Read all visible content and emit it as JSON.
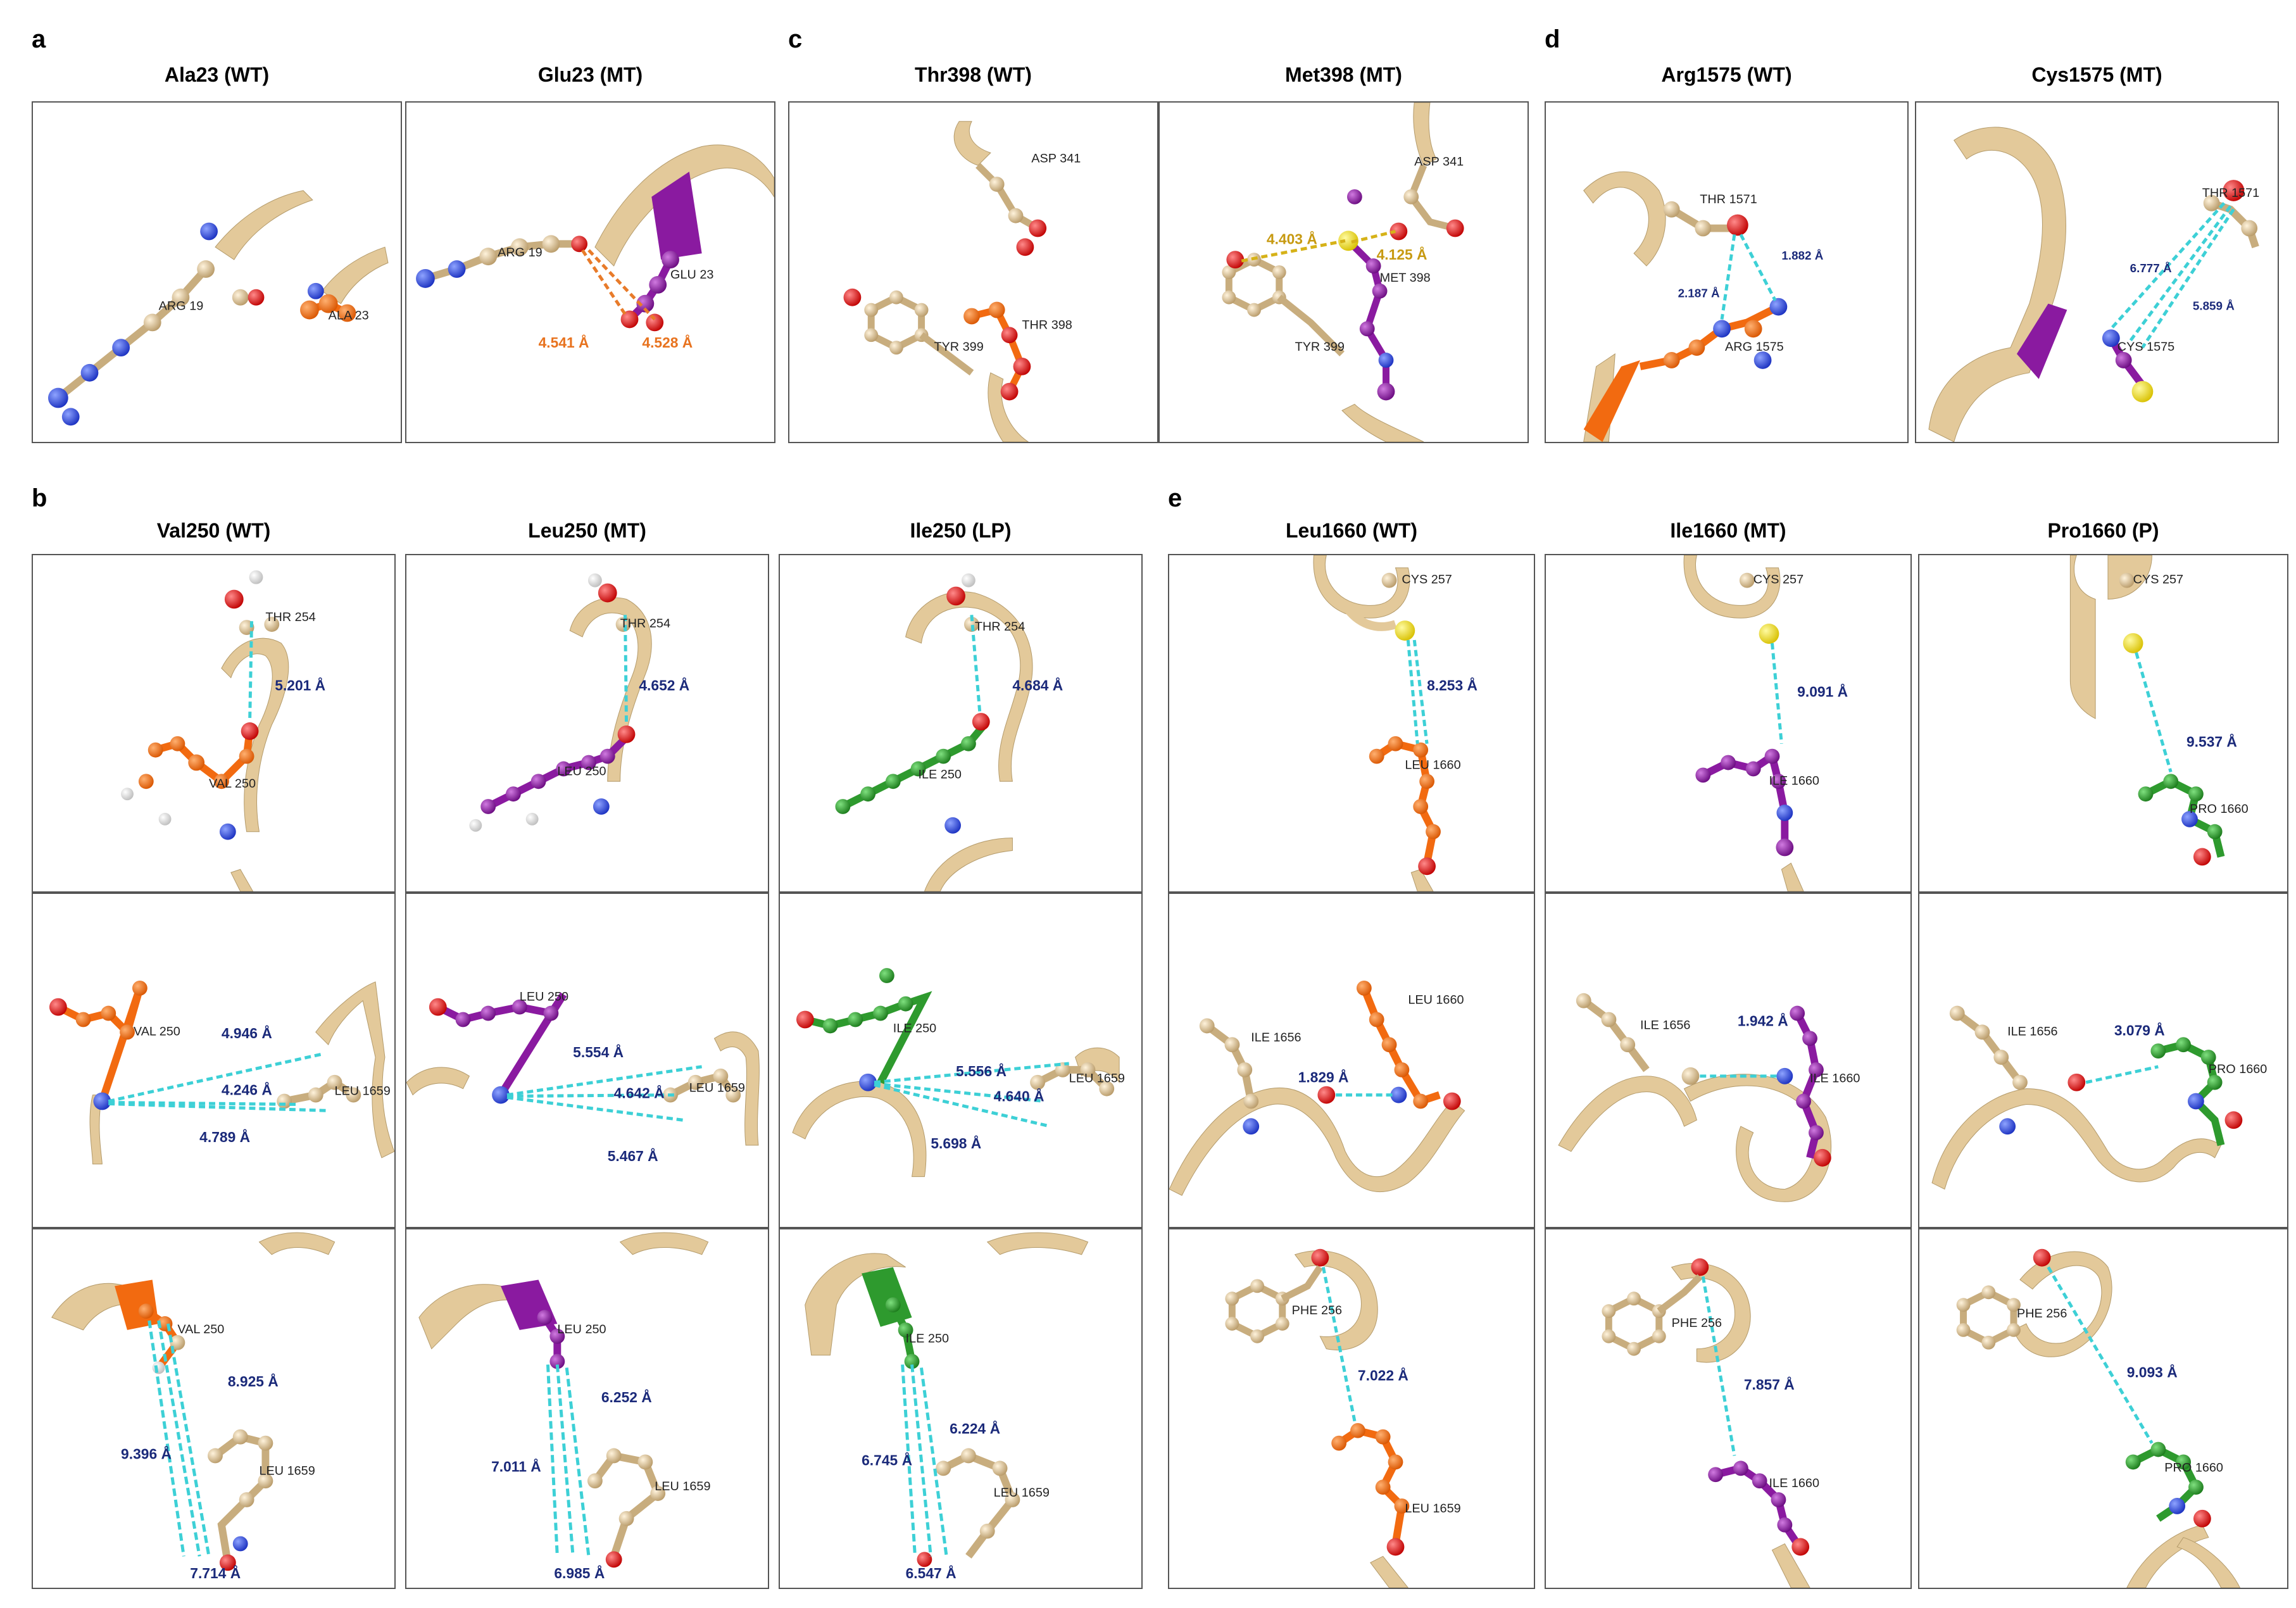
{
  "panel_letters": {
    "a": "a",
    "b": "b",
    "c": "c",
    "d": "d",
    "e": "e"
  },
  "titles": {
    "a1": "Ala23 (WT)",
    "a2": "Glu23 (MT)",
    "c1": "Thr398 (WT)",
    "c2": "Met398 (MT)",
    "d1": "Arg1575 (WT)",
    "d2": "Cys1575 (MT)",
    "b1": "Val250 (WT)",
    "b2": "Leu250 (MT)",
    "b3": "Ile250 (LP)",
    "e1": "Leu1660 (WT)",
    "e2": "Ile1660 (MT)",
    "e3": "Pro1660 (P)"
  },
  "colors": {
    "ribbon": "#e3c99a",
    "carbon": "#d8bf93",
    "oxygen": "#e81c1c",
    "nitrogen": "#2f50e6",
    "hydrogen": "#f4f4f4",
    "sulfur": "#f0e020",
    "wt": "#f26a10",
    "mt": "#8a1aa0",
    "lp": "#2e9a2e",
    "hbond": "#3dd0d6",
    "distance_text": "#1b2a7a",
    "a_distance_text": "#e8731f",
    "c_distance_text": "#c79a12"
  },
  "labels": {
    "a1": {
      "r1": "ARG 19",
      "r2": "ALA 23"
    },
    "a2": {
      "r1": "ARG 19",
      "r2": "GLU 23",
      "d1": "4.541 Å",
      "d2": "4.528 Å"
    },
    "c1": {
      "r1": "ASP 341",
      "r2": "TYR 399",
      "r3": "THR 398"
    },
    "c2": {
      "r1": "ASP 341",
      "r2": "TYR 399",
      "r3": "MET 398",
      "d1": "4.403 Å",
      "d2": "4.125 Å"
    },
    "d1": {
      "r1": "THR 1571",
      "r2": "ARG 1575",
      "d1": "2.187 Å",
      "d2": "1.882 Å"
    },
    "d2": {
      "r1": "THR 1571",
      "r2": "CYS 1575",
      "d1": "6.777 Å",
      "d2": "5.859 Å"
    },
    "b1r1": {
      "r1": "THR 254",
      "r2": "VAL 250",
      "d1": "5.201 Å"
    },
    "b2r1": {
      "r1": "THR 254",
      "r2": "LEU 250",
      "d1": "4.652 Å"
    },
    "b3r1": {
      "r1": "THR 254",
      "r2": "ILE 250",
      "d1": "4.684 Å"
    },
    "b1r2": {
      "r1": "VAL 250",
      "r2": "LEU 1659",
      "d1": "4.946 Å",
      "d2": "4.246 Å",
      "d3": "4.789 Å"
    },
    "b2r2": {
      "r1": "LEU 250",
      "r2": "LEU 1659",
      "d1": "5.554 Å",
      "d2": "4.642 Å",
      "d3": "5.467 Å"
    },
    "b3r2": {
      "r1": "ILE 250",
      "r2": "LEU 1659",
      "d1": "5.556 Å",
      "d2": "4.640 Å",
      "d3": "5.698 Å"
    },
    "b1r3": {
      "r1": "VAL 250",
      "r2": "LEU 1659",
      "d1": "8.925 Å",
      "d2": "9.396 Å",
      "d3": "7.714 Å"
    },
    "b2r3": {
      "r1": "LEU 250",
      "r2": "LEU 1659",
      "d1": "6.252 Å",
      "d2": "7.011 Å",
      "d3": "6.985 Å"
    },
    "b3r3": {
      "r1": "ILE 250",
      "r2": "LEU 1659",
      "d1": "6.224 Å",
      "d2": "6.745 Å",
      "d3": "6.547 Å"
    },
    "e1r1": {
      "r1": "CYS 257",
      "r2": "LEU 1660",
      "d1": "8.253 Å"
    },
    "e2r1": {
      "r1": "CYS 257",
      "r2": "ILE 1660",
      "d1": "9.091 Å"
    },
    "e3r1": {
      "r1": "CYS 257",
      "r2": "PRO 1660",
      "d1": "9.537 Å"
    },
    "e1r2": {
      "r1": "ILE 1656",
      "r2": "LEU 1660",
      "d1": "1.829 Å"
    },
    "e2r2": {
      "r1": "ILE 1656",
      "r2": "ILE 1660",
      "d1": "1.942 Å"
    },
    "e3r2": {
      "r1": "ILE 1656",
      "r2": "PRO 1660",
      "d1": "3.079 Å"
    },
    "e1r3": {
      "r1": "PHE 256",
      "r2": "LEU 1659",
      "d1": "7.022 Å"
    },
    "e2r3": {
      "r1": "PHE 256",
      "r2": "ILE 1660",
      "d1": "7.857 Å"
    },
    "e3r3": {
      "r1": "PHE 256",
      "r2": "PRO 1660",
      "d1": "9.093 Å"
    }
  }
}
